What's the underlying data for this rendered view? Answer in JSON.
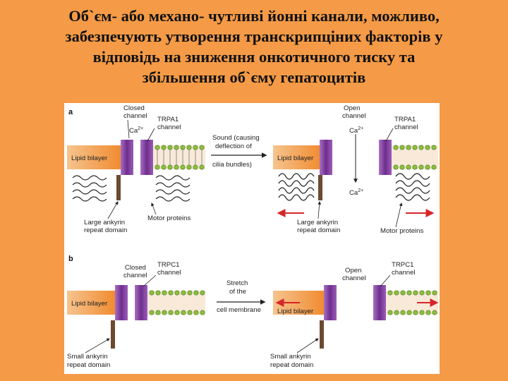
{
  "title_lines": [
    "Об`єм- або механо- чутливі йонні канали, можливо,",
    "забезпечують утворення транскрипціних факторів у",
    "відповідь на зниження онкотичного тиску та",
    "збільшення об`єму гепатоцитів"
  ],
  "figure": {
    "panel_a": {
      "letter": "a",
      "closed_channel": [
        "Closed",
        "channel"
      ],
      "ca_left": "Ca",
      "ca_sup": "2+",
      "trpa1_left": [
        "TRPA1",
        "channel"
      ],
      "lipid_left": "Lipid bilayer",
      "sound": [
        "Sound (causing",
        "deflection of",
        "cilia bundles)"
      ],
      "open_channel": [
        "Open",
        "channel"
      ],
      "ca_right_top": "Ca",
      "ca_right_mid": "Ca",
      "trpa1_right": [
        "TRPA1",
        "channel"
      ],
      "lipid_right": "Lipid bilayer",
      "ankyrin_left": [
        "Large ankyrin",
        "repeat domain"
      ],
      "motor_left": "Motor proteins",
      "ankyrin_right": [
        "Large ankyrin",
        "repeat domain"
      ],
      "motor_right": "Motor proteins"
    },
    "panel_b": {
      "letter": "b",
      "closed_channel": [
        "Closed",
        "channel"
      ],
      "trpc1_left": [
        "TRPC1",
        "channel"
      ],
      "lipid_left": "Lipid bilayer",
      "stretch": [
        "Stretch",
        "of the",
        "cell membrane"
      ],
      "open_channel": [
        "Open",
        "channel"
      ],
      "trpc1_right": [
        "TRPC1",
        "channel"
      ],
      "lipid_right": "Lipid bilayer",
      "ankyrin_left": [
        "Small ankyrin",
        "repeat domain"
      ],
      "ankyrin_right": [
        "Small ankyrin",
        "repeat domain"
      ]
    },
    "colors": {
      "lipid": "#F4A460",
      "channel": "#7E3F9A",
      "head": "#8BBF3F",
      "arrow_red": "#D7262A",
      "rod": "#6B4A30"
    }
  }
}
